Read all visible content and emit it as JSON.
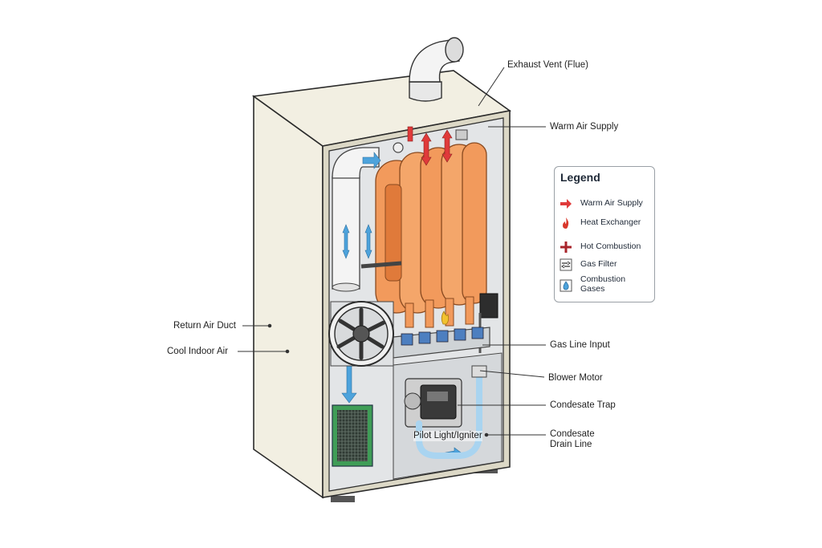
{
  "colors": {
    "cabinet": "#f2efe2",
    "cabinet_dark": "#dcd8c6",
    "interior": "#e3e5e7",
    "heat_exchanger": "#f29a5c",
    "warm_arrow": "#e03a3a",
    "cool_arrow": "#4da3dc",
    "filter_frame": "#3f9d57",
    "hot_combustion": "#a8242b"
  },
  "callouts": {
    "exhaust_vent": "Exhaust Vent (Flue)",
    "warm_air_supply": "Warm Air Supply",
    "return_air_duct": "Return Air Duct",
    "cool_indoor_air": "Cool Indoor Air",
    "gas_line_input": "Gas Line Input",
    "blower_motor": "Blower Motor",
    "condensate_trap": "Condesate Trap",
    "pilot_light": "Pilot Light/Igniter",
    "condensate_drain": "Condesate Drain Line"
  },
  "legend": {
    "title": "Legend",
    "items": [
      {
        "label": "Warm Air Supply",
        "icon": "red-arrow-icon"
      },
      {
        "label": "Heat Exchanger",
        "icon": "flame-icon"
      },
      {
        "label": "Hot Combustion",
        "icon": "red-cross-icon"
      },
      {
        "label": "Gas Filter",
        "icon": "filter-icon"
      },
      {
        "label": "Combustion Gases",
        "icon": "droplet-icon"
      }
    ]
  }
}
